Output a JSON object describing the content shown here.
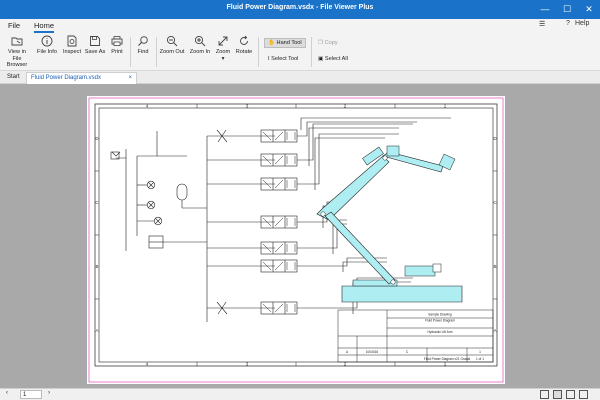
{
  "window": {
    "title": "Fluid Power Diagram.vsdx - File Viewer Plus",
    "minimize_glyph": "—",
    "maximize_glyph": "☐",
    "close_glyph": "✕"
  },
  "menubar": {
    "file": "File",
    "home": "Home",
    "help": "Help",
    "help_glyph": "?",
    "settings_glyph": "☰"
  },
  "ribbon": {
    "view_in_browser": [
      "View in File",
      "Browser"
    ],
    "file_info": "File Info",
    "inspect": "Inspect",
    "save_as": "Save As",
    "print": "Print",
    "find": "Find",
    "zoom_out": "Zoom Out",
    "zoom_in": "Zoom In",
    "zoom": "Zoom",
    "rotate": "Rotate",
    "hand_tool": "Hand Tool",
    "select_tool": "Select Tool",
    "copy": "Copy",
    "select_all": "Select All"
  },
  "tabs": {
    "start": "Start",
    "document": "Fluid Power Diagram.vsdx",
    "close_glyph": "×"
  },
  "drawing": {
    "col_labels_top": [
      "4",
      "3",
      "2",
      "1"
    ],
    "col_labels_bottom": [
      "4",
      "3",
      "2",
      "1"
    ],
    "row_labels": [
      "D",
      "C",
      "B",
      "A"
    ],
    "title_block": {
      "company": "Sample Drawing",
      "title": "Fluid Power Diagram",
      "subtitle": "Hydraulic Lift Arm",
      "size": "A",
      "dwg_no": "1004016",
      "rev": "C",
      "name": "Fluid Power Diagram v21 Gradal",
      "scale": "1",
      "sheet": "1 of 1"
    }
  },
  "colors": {
    "accent": "#1a73c9",
    "border_outer": "#e060c8",
    "crane_fill": "#aeeef2",
    "canvas_bg": "#a9a9a9"
  },
  "statusbar": {
    "page": "1",
    "page_prev": "‹",
    "page_next": "›"
  }
}
